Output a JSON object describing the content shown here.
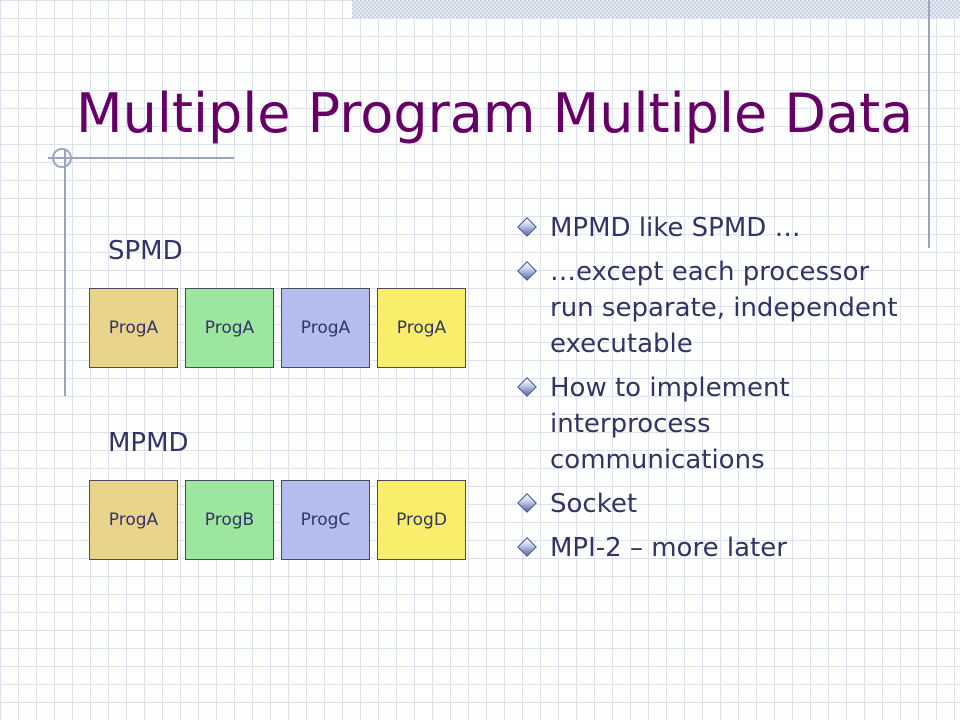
{
  "slide": {
    "title": "Multiple Program Multiple Data",
    "title_color": "#660066",
    "text_color": "#333366"
  },
  "diagram": {
    "spmd": {
      "label": "SPMD",
      "boxes": [
        {
          "label": "ProgA",
          "color": "#e8d48a"
        },
        {
          "label": "ProgA",
          "color": "#9de6a0"
        },
        {
          "label": "ProgA",
          "color": "#b3bdee"
        },
        {
          "label": "ProgA",
          "color": "#f8ee6a"
        }
      ]
    },
    "mpmd": {
      "label": "MPMD",
      "boxes": [
        {
          "label": "ProgA",
          "color": "#e8d48a"
        },
        {
          "label": "ProgB",
          "color": "#9de6a0"
        },
        {
          "label": "ProgC",
          "color": "#b3bdee"
        },
        {
          "label": "ProgD",
          "color": "#f8ee6a"
        }
      ]
    }
  },
  "bullets": [
    {
      "text": "MPMD like SPMD …",
      "icon": "diamond-bullet-icon"
    },
    {
      "text": "…except each processor run separate, independent executable",
      "icon": "diamond-bullet-icon"
    },
    {
      "text": "How to implement interprocess communications",
      "icon": "diamond-bullet-icon"
    },
    {
      "text": "Socket",
      "icon": "diamond-bullet-icon"
    },
    {
      "text": "MPI-2 – more later",
      "icon": "diamond-bullet-icon"
    }
  ]
}
